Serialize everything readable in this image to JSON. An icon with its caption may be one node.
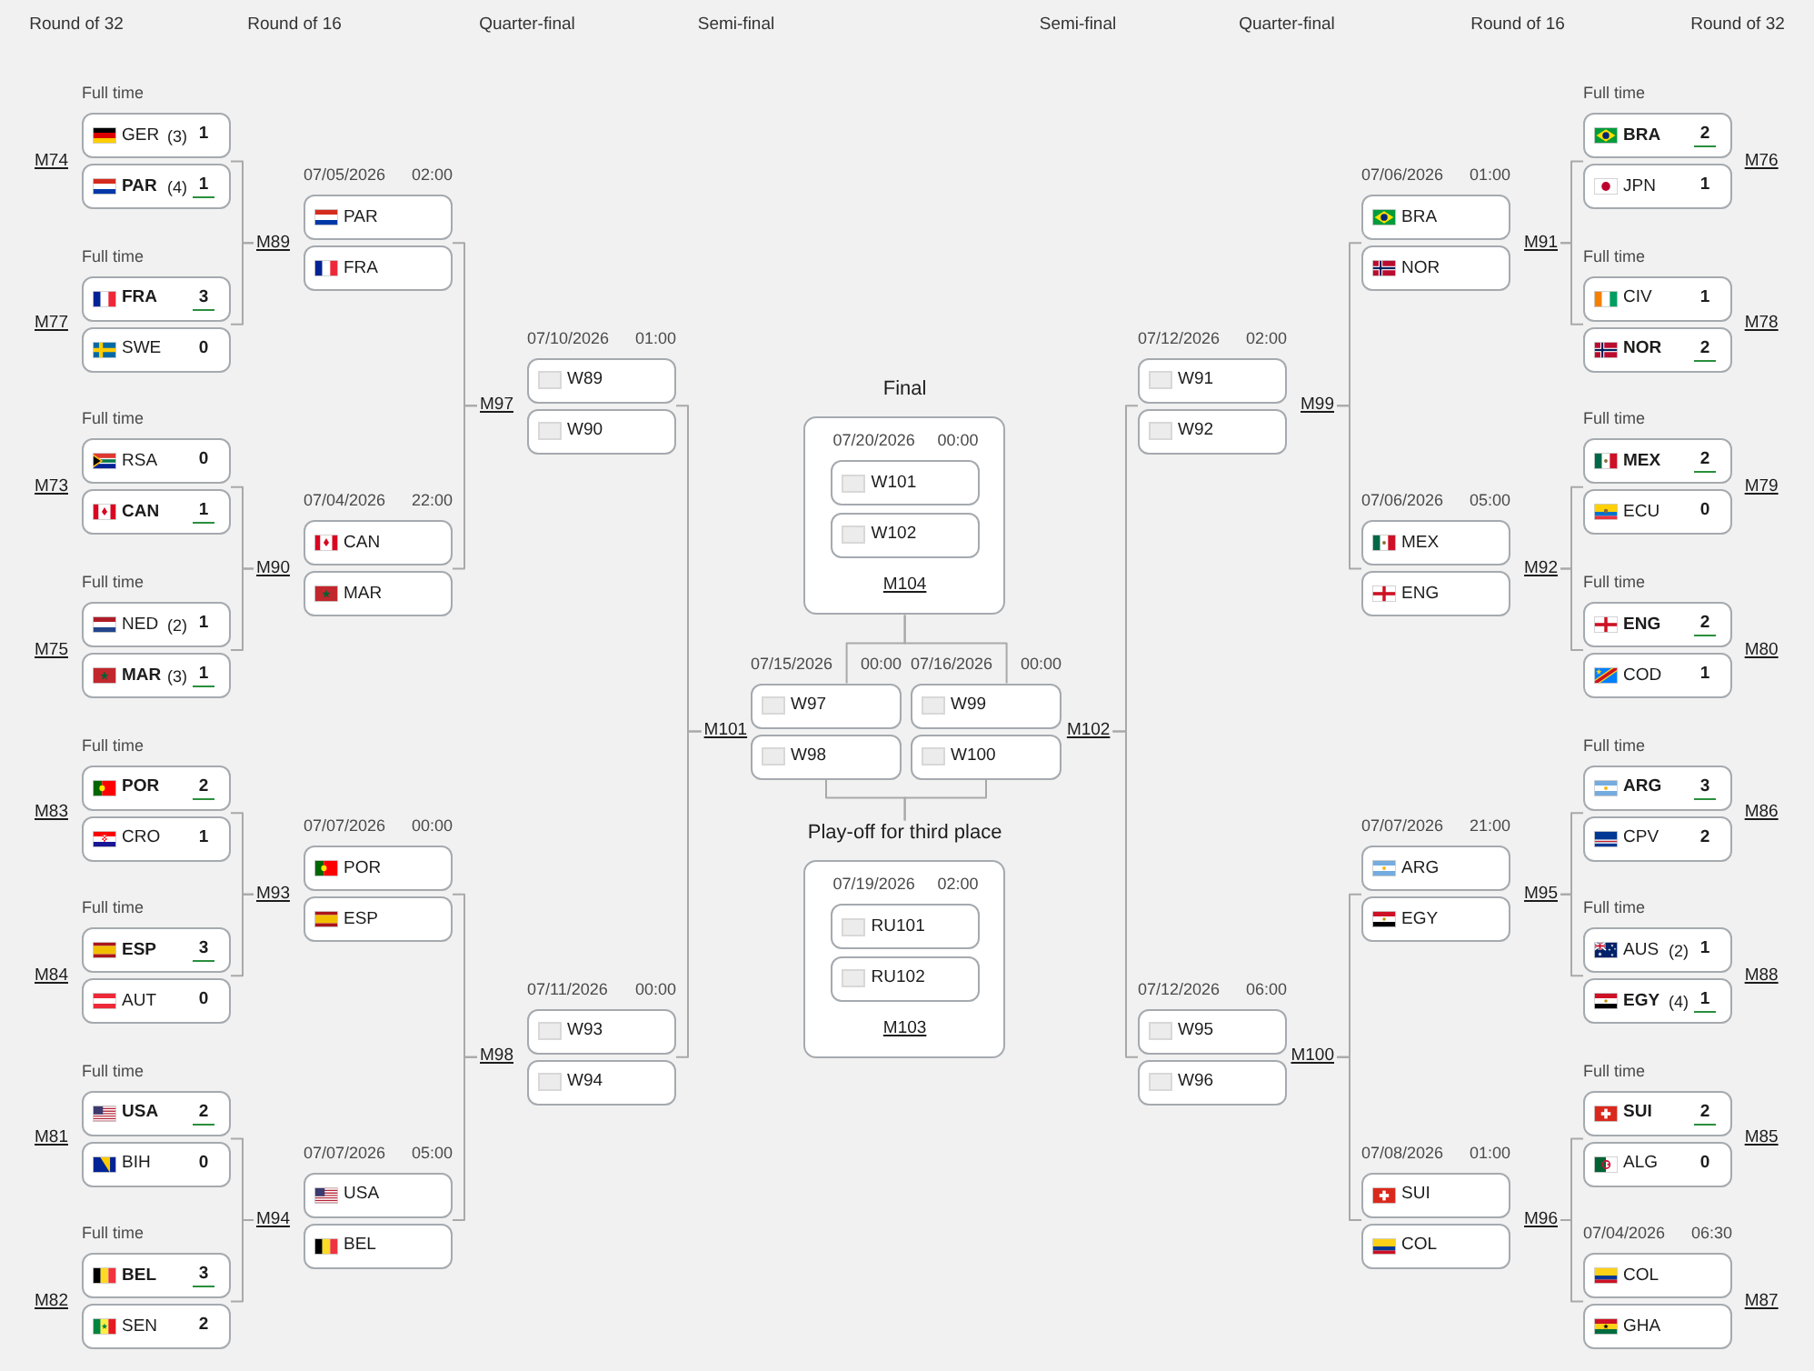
{
  "diagram": {
    "nodes": [
      {
        "text": [
          "GER",
          "(3)",
          "1"
        ],
        "beside": [
          "Full time",
          "M74"
        ]
      },
      {
        "text": [
          "PAR",
          "(4)",
          "1"
        ]
      },
      {
        "text": [
          "FRA",
          "3"
        ],
        "beside": [
          "Full time",
          "M77"
        ]
      },
      {
        "text": [
          "SWE",
          "0"
        ]
      },
      {
        "text": [
          "RSA",
          "0"
        ],
        "beside": [
          "Full time",
          "M73"
        ]
      },
      {
        "text": [
          "CAN",
          "1"
        ]
      },
      {
        "text": [
          "NED",
          "(2)",
          "1"
        ],
        "beside": [
          "Full time",
          "M75"
        ]
      },
      {
        "text": [
          "MAR",
          "(3)",
          "1"
        ]
      },
      {
        "text": [
          "POR",
          "2"
        ],
        "beside": [
          "Full time",
          "M83"
        ]
      },
      {
        "text": [
          "CRO",
          "1"
        ]
      },
      {
        "text": [
          "ESP",
          "3"
        ],
        "beside": [
          "Full time",
          "M84"
        ]
      },
      {
        "text": [
          "AUT",
          "0"
        ]
      },
      {
        "text": [
          "USA",
          "2"
        ],
        "beside": [
          "Full time",
          "M81"
        ]
      },
      {
        "text": [
          "BIH",
          "0"
        ]
      },
      {
        "text": [
          "BEL",
          "3"
        ],
        "beside": [
          "Full time",
          "M82"
        ]
      },
      {
        "text": [
          "SEN",
          "2"
        ]
      },
      {
        "text": [
          "M89"
        ]
      },
      {
        "text": [
          "M90"
        ]
      },
      {
        "text": [
          "M93"
        ]
      },
      {
        "text": [
          "M94"
        ]
      },
      {
        "text": [
          "PAR"
        ],
        "beside": [
          "07/05/2026",
          "02:00"
        ]
      },
      {
        "text": [
          "FRA"
        ]
      },
      {
        "text": [
          "CAN"
        ],
        "beside": [
          "07/04/2026",
          "22:00"
        ]
      },
      {
        "text": [
          "MAR"
        ]
      },
      {
        "text": [
          "POR"
        ],
        "beside": [
          "07/07/2026",
          "00:00"
        ]
      },
      {
        "text": [
          "ESP"
        ]
      },
      {
        "text": [
          "USA"
        ],
        "beside": [
          "07/07/2026",
          "05:00"
        ]
      },
      {
        "text": [
          "BEL"
        ]
      },
      {
        "text": [
          "M97"
        ]
      },
      {
        "text": [
          "M98"
        ]
      },
      {
        "text": [
          "W89"
        ],
        "beside": [
          "07/10/2026",
          "01:00"
        ]
      },
      {
        "text": [
          "W90"
        ]
      },
      {
        "text": [
          "W93"
        ],
        "beside": [
          "07/11/2026",
          "00:00"
        ]
      },
      {
        "text": [
          "W94"
        ]
      },
      {
        "text": [
          "M101"
        ]
      },
      {
        "text": [
          "Final",
          "07/20/2026",
          "00:00",
          "M104"
        ]
      },
      {
        "text": [
          "W101"
        ],
        "in": 35
      },
      {
        "text": [
          "W102"
        ],
        "in": 35
      },
      {
        "text": [
          "W97"
        ],
        "beside": [
          "07/15/2026",
          "00:00"
        ]
      },
      {
        "text": [
          "W98"
        ]
      },
      {
        "text": [
          "W99"
        ],
        "beside": [
          "07/16/2026",
          "00:00"
        ]
      },
      {
        "text": [
          "W100"
        ]
      },
      {
        "text": [
          "Play-off for third place",
          "07/19/2026",
          "02:00",
          "M103"
        ]
      },
      {
        "text": [
          "RU101"
        ],
        "in": 42
      },
      {
        "text": [
          "RU102"
        ],
        "in": 42
      },
      {
        "text": [
          "M102"
        ]
      },
      {
        "text": [
          "W91"
        ],
        "beside": [
          "07/12/2026",
          "02:00"
        ]
      },
      {
        "text": [
          "W92"
        ]
      },
      {
        "text": [
          "W95"
        ],
        "beside": [
          "07/12/2026",
          "06:00"
        ]
      },
      {
        "text": [
          "W96"
        ]
      },
      {
        "text": [
          "M99"
        ]
      },
      {
        "text": [
          "M100"
        ]
      },
      {
        "text": [
          "BRA"
        ],
        "beside": [
          "07/06/2026",
          "01:00"
        ]
      },
      {
        "text": [
          "NOR"
        ]
      },
      {
        "text": [
          "MEX"
        ],
        "beside": [
          "07/06/2026",
          "05:00"
        ]
      },
      {
        "text": [
          "ENG"
        ]
      },
      {
        "text": [
          "ARG"
        ],
        "beside": [
          "07/07/2026",
          "21:00"
        ]
      },
      {
        "text": [
          "EGY"
        ]
      },
      {
        "text": [
          "SUI"
        ],
        "beside": [
          "07/08/2026",
          "01:00"
        ]
      },
      {
        "text": [
          "COL"
        ]
      },
      {
        "text": [
          "M91"
        ]
      },
      {
        "text": [
          "M92"
        ]
      },
      {
        "text": [
          "M95"
        ]
      },
      {
        "text": [
          "M96"
        ]
      },
      {
        "text": [
          "BRA",
          "2"
        ],
        "beside": [
          "Full time",
          "M76"
        ]
      },
      {
        "text": [
          "JPN",
          "1"
        ]
      },
      {
        "text": [
          "CIV",
          "1"
        ],
        "beside": [
          "Full time",
          "M78"
        ]
      },
      {
        "text": [
          "NOR",
          "2"
        ]
      },
      {
        "text": [
          "MEX",
          "2"
        ],
        "beside": [
          "Full time",
          "M79"
        ]
      },
      {
        "text": [
          "ECU",
          "0"
        ]
      },
      {
        "text": [
          "ENG",
          "2"
        ],
        "beside": [
          "Full time",
          "M80"
        ]
      },
      {
        "text": [
          "COD",
          "1"
        ]
      },
      {
        "text": [
          "ARG",
          "3"
        ],
        "beside": [
          "Full time",
          "M86"
        ]
      },
      {
        "text": [
          "CPV",
          "2"
        ]
      },
      {
        "text": [
          "AUS",
          "(2)",
          "1"
        ],
        "beside": [
          "Full time",
          "M88"
        ]
      },
      {
        "text": [
          "EGY",
          "(4)",
          "1"
        ]
      },
      {
        "text": [
          "SUI",
          "2"
        ],
        "beside": [
          "Full time",
          "M85"
        ]
      },
      {
        "text": [
          "ALG",
          "0"
        ]
      },
      {
        "text": [
          "COL"
        ],
        "beside": [
          "07/04/2026",
          "06:30",
          "M87"
        ]
      },
      {
        "text": [
          "GHA"
        ]
      }
    ],
    "edges": [
      {
        "from": 1,
        "to": 16,
        "arrow": "none"
      },
      {
        "from": 2,
        "to": 16,
        "arrow": "none"
      },
      {
        "from": 5,
        "to": 17,
        "arrow": "none"
      },
      {
        "from": 6,
        "to": 17,
        "arrow": "none"
      },
      {
        "from": 9,
        "to": 18,
        "arrow": "none"
      },
      {
        "from": 10,
        "to": 18,
        "arrow": "none"
      },
      {
        "from": 13,
        "to": 19,
        "arrow": "none"
      },
      {
        "from": 14,
        "to": 19,
        "arrow": "none"
      },
      {
        "from": 21,
        "to": 28,
        "arrow": "none"
      },
      {
        "from": 22,
        "to": 28,
        "arrow": "none"
      },
      {
        "from": 25,
        "to": 29,
        "arrow": "none"
      },
      {
        "from": 26,
        "to": 29,
        "arrow": "none"
      },
      {
        "from": 31,
        "to": 34,
        "arrow": "none"
      },
      {
        "from": 32,
        "to": 34,
        "arrow": "none"
      },
      {
        "from": 38,
        "to": 35,
        "arrow": "none"
      },
      {
        "from": 40,
        "to": 35,
        "arrow": "none"
      },
      {
        "from": 39,
        "to": 42,
        "arrow": "none"
      },
      {
        "from": 41,
        "to": 42,
        "arrow": "none"
      },
      {
        "from": 47,
        "to": 45,
        "arrow": "none"
      },
      {
        "from": 48,
        "to": 45,
        "arrow": "none"
      },
      {
        "from": 53,
        "to": 50,
        "arrow": "none"
      },
      {
        "from": 54,
        "to": 50,
        "arrow": "none"
      },
      {
        "from": 57,
        "to": 51,
        "arrow": "none"
      },
      {
        "from": 58,
        "to": 51,
        "arrow": "none"
      },
      {
        "from": 65,
        "to": 60,
        "arrow": "none"
      },
      {
        "from": 66,
        "to": 60,
        "arrow": "none"
      },
      {
        "from": 69,
        "to": 61,
        "arrow": "none"
      },
      {
        "from": 70,
        "to": 61,
        "arrow": "none"
      },
      {
        "from": 73,
        "to": 62,
        "arrow": "none"
      },
      {
        "from": 74,
        "to": 62,
        "arrow": "none"
      },
      {
        "from": 77,
        "to": 63,
        "arrow": "none"
      },
      {
        "from": 78,
        "to": 63,
        "arrow": "none"
      }
    ],
    "labels": [
      "Round of 32",
      "Round of 16",
      "Quarter-final",
      "Semi-final",
      "Semi-final",
      "Quarter-final",
      "Round of 16",
      "Round of 32"
    ]
  }
}
